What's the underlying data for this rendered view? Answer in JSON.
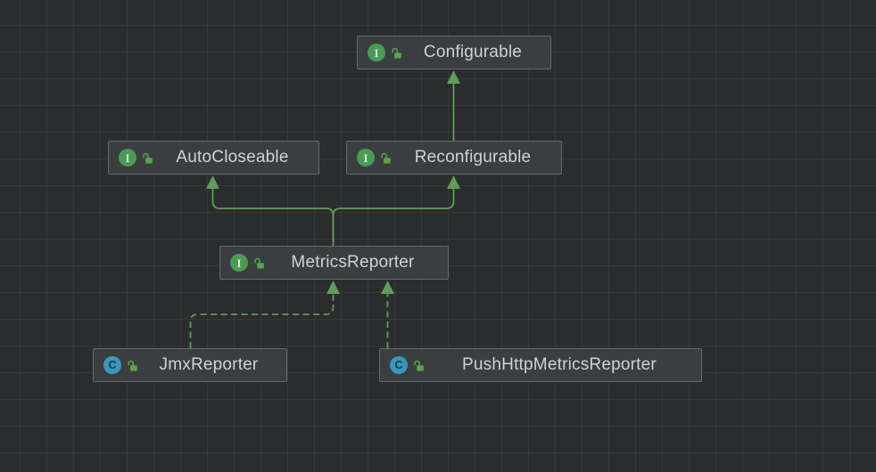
{
  "diagram": {
    "icon_letters": {
      "interface": "I",
      "class": "C"
    },
    "nodes": [
      {
        "label": "Configurable",
        "kind": "interface",
        "visibility": "unlocked"
      },
      {
        "label": "AutoCloseable",
        "kind": "interface",
        "visibility": "unlocked"
      },
      {
        "label": "Reconfigurable",
        "kind": "interface",
        "visibility": "unlocked"
      },
      {
        "label": "MetricsReporter",
        "kind": "interface",
        "visibility": "unlocked"
      },
      {
        "label": "JmxReporter",
        "kind": "class",
        "visibility": "unlocked"
      },
      {
        "label": "PushHttpMetricsReporter",
        "kind": "class",
        "visibility": "unlocked"
      }
    ],
    "edges": [
      {
        "from": "Reconfigurable",
        "to": "Configurable",
        "type": "extends",
        "style": "solid"
      },
      {
        "from": "MetricsReporter",
        "to": "AutoCloseable",
        "type": "extends",
        "style": "solid"
      },
      {
        "from": "MetricsReporter",
        "to": "Reconfigurable",
        "type": "extends",
        "style": "solid"
      },
      {
        "from": "JmxReporter",
        "to": "MetricsReporter",
        "type": "implements",
        "style": "dashed"
      },
      {
        "from": "PushHttpMetricsReporter",
        "to": "MetricsReporter",
        "type": "implements",
        "style": "dashed"
      }
    ],
    "colors": {
      "canvas_bg": "#2a2c2d",
      "grid_line": "#37393a",
      "node_bg": "#3b3e40",
      "node_border": "#67696b",
      "node_text": "#ccd2dc",
      "edge_green": "#5f9d56",
      "interface_icon_green": "#499c54",
      "class_icon_teal": "#3a96bc",
      "lock_green": "#57a64a"
    }
  }
}
